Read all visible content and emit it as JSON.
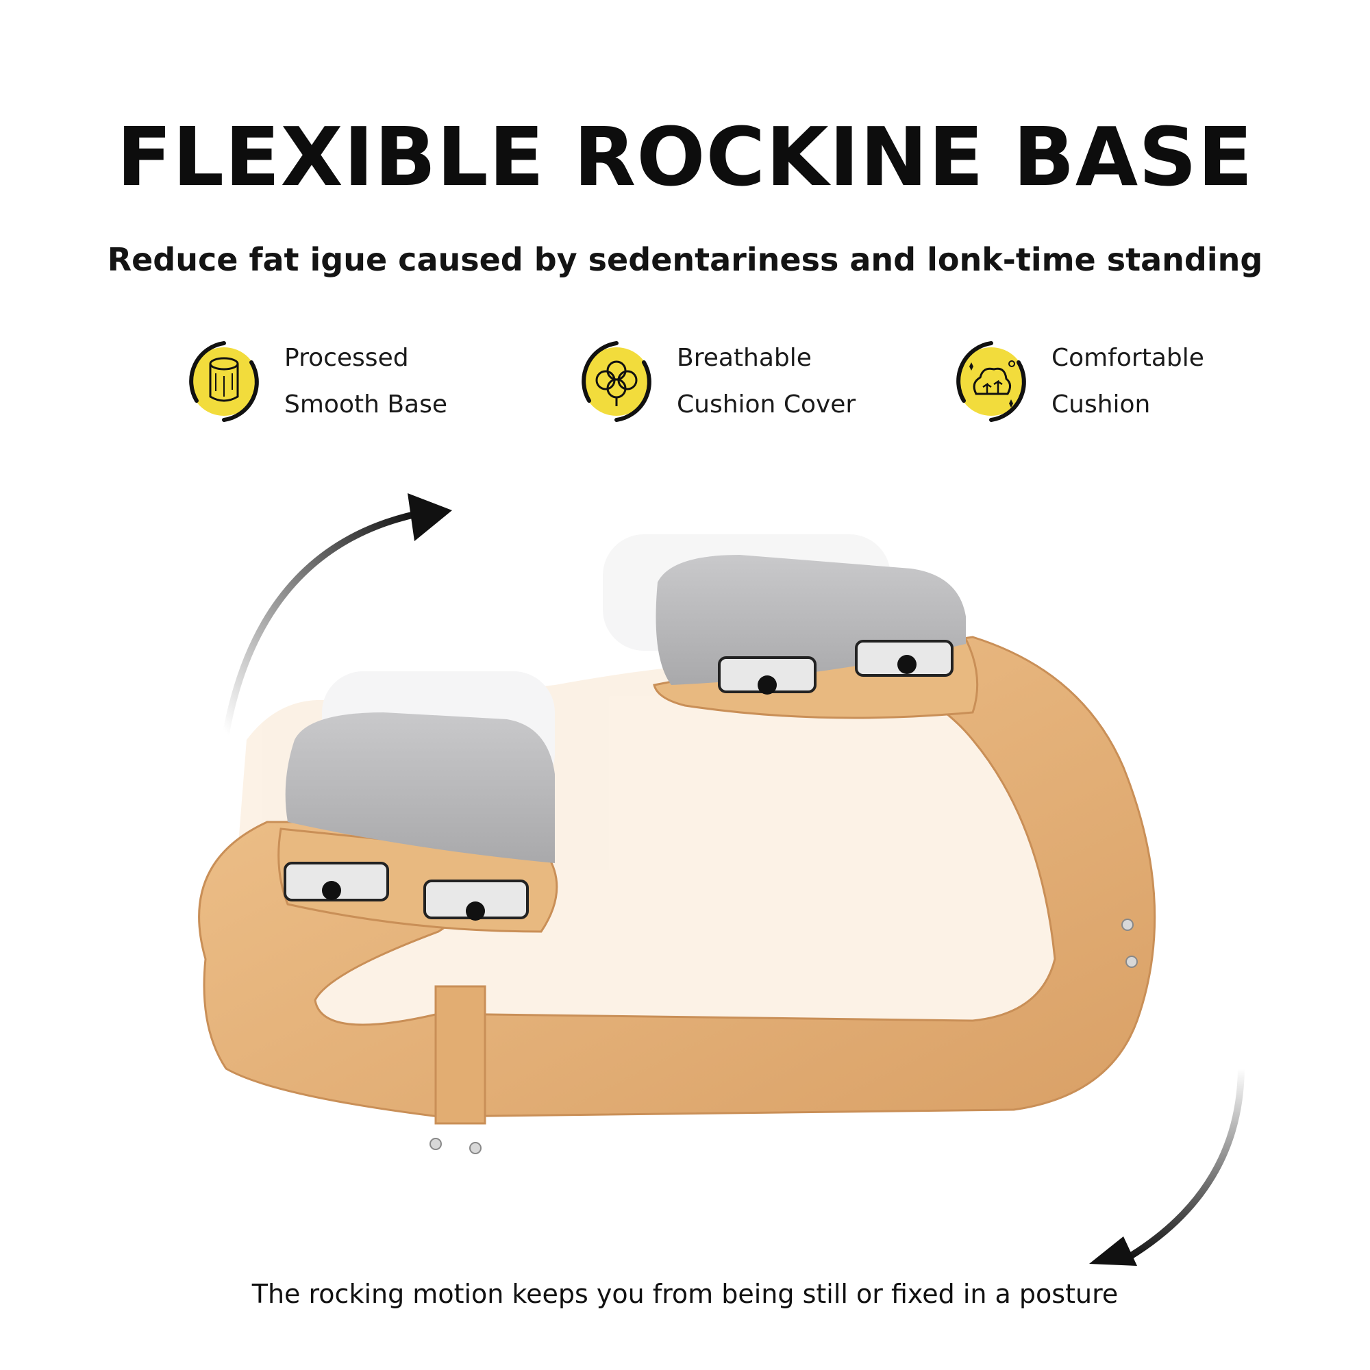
{
  "header": {
    "title": "FLEXIBLE ROCKINE BASE",
    "subtitle": "Reduce fat igue caused by sedentariness and lonk-time standing"
  },
  "features": [
    {
      "icon": "wood-log-icon",
      "line1": "Processed",
      "line2": "Smooth Base"
    },
    {
      "icon": "cotton-flower-icon",
      "line1": "Breathable",
      "line2": "Cushion Cover"
    },
    {
      "icon": "comfort-sparkle-icon",
      "line1": "Comfortable",
      "line2": "Cushion"
    }
  ],
  "caption": "The rocking motion keeps you from being still or fixed in a posture",
  "colors": {
    "badge_yellow": "#f2dc3c",
    "badge_ring": "#111111",
    "wood": "#e8b980",
    "wood_dark": "#c98f57",
    "cushion": "#b9b9bb",
    "arrow": "#111111"
  }
}
